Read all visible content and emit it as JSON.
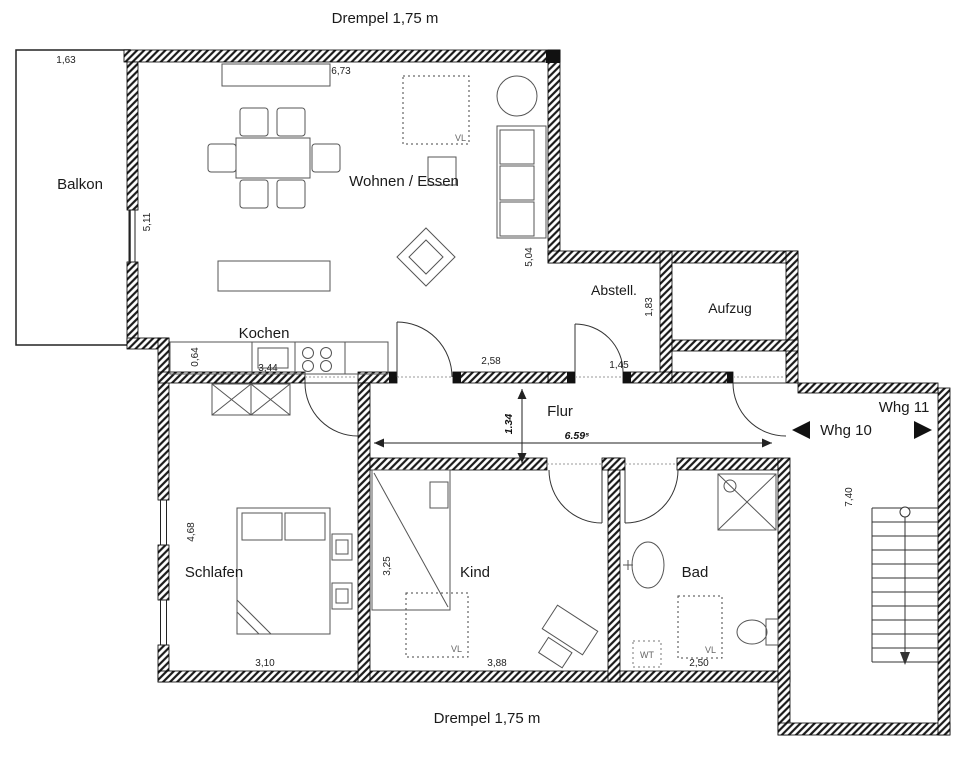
{
  "page": {
    "top_note": "Drempel 1,75 m",
    "bottom_note": "Drempel 1,75 m"
  },
  "rooms": {
    "balkon": "Balkon",
    "wohnen_essen": "Wohnen / Essen",
    "kochen": "Kochen",
    "abstell": "Abstell.",
    "aufzug": "Aufzug",
    "flur": "Flur",
    "schlafen": "Schlafen",
    "kind": "Kind",
    "bad": "Bad"
  },
  "units": {
    "whg10": "Whg 10",
    "whg11": "Whg 11"
  },
  "dimensions": {
    "balkon_w": "1,63",
    "wohnen_w": "6,73",
    "wohnen_h_left": "5,11",
    "wohnen_h_right": "5,04",
    "flur_seg": "2,58",
    "abstell_h": "1,83",
    "abstell_w": "1,45",
    "kochen_d": "0,64",
    "kochen_w": "3,44",
    "flur_h": "1.34",
    "flur_l": "6.59⁵",
    "schlafen_h": "4,68",
    "schlafen_w": "3,10",
    "kind_bed_l": "3,25",
    "kind_w": "3,88",
    "bad_w": "2,50",
    "treppe_h": "7,40"
  },
  "annotations": {
    "vl": "VL",
    "wt": "WT"
  }
}
